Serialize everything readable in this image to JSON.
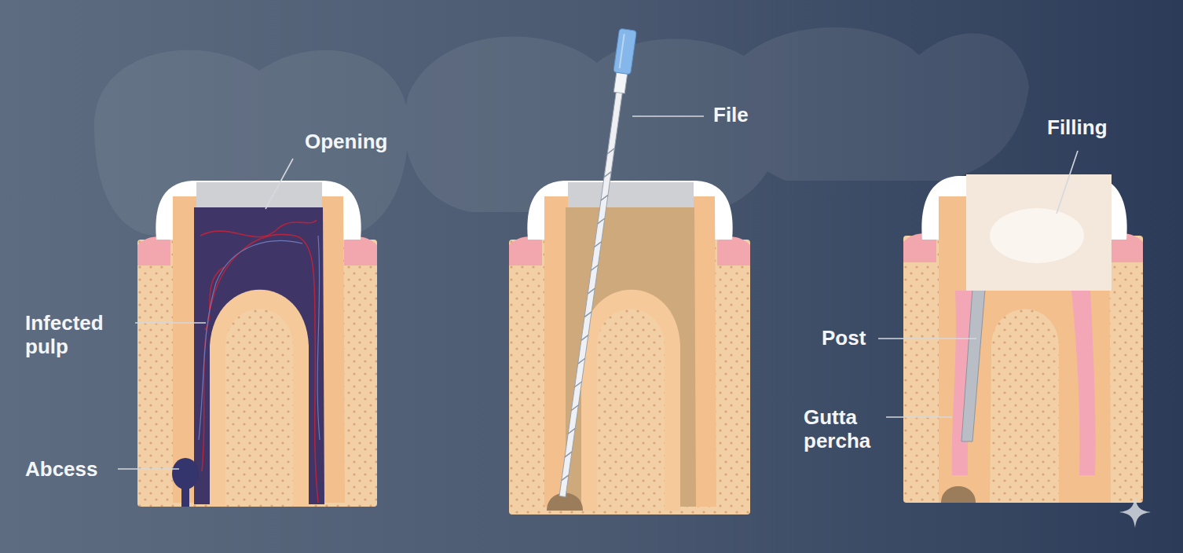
{
  "diagram": {
    "labels": [
      "Opening",
      "Infected pulp",
      "Abcess",
      "File",
      "Filling",
      "Post",
      "Gutta percha"
    ]
  }
}
